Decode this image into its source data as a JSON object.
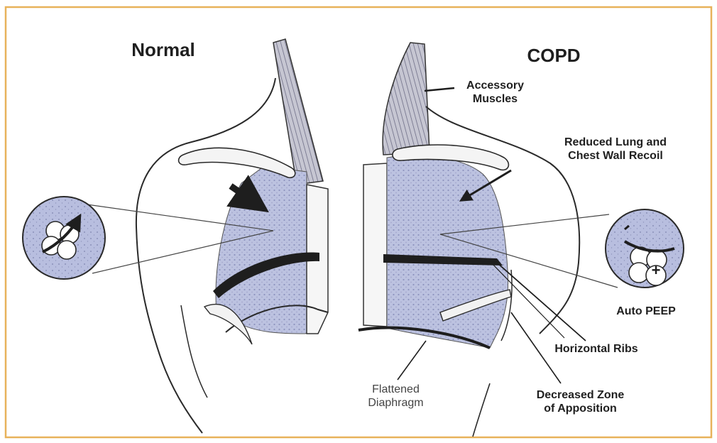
{
  "headings": {
    "normal": "Normal",
    "copd": "COPD"
  },
  "labels": {
    "accessory_muscles": "Accessory\nMuscles",
    "reduced_recoil": "Reduced Lung  and\nChest Wall Recoil",
    "auto_peep": "Auto PEEP",
    "horizontal_ribs": "Horizontal Ribs",
    "flattened_diaphragm": "Flattened\nDiaphragm",
    "decreased_zone": "Decreased Zone\nof Apposition"
  },
  "colors": {
    "border": "#e8b25a",
    "lung_fill": "#b8bedf",
    "lung_dots": "#8a90b8",
    "muscle": "#8a8aa0",
    "outline": "#2a2a2a",
    "rib": "#1e1e1e",
    "clavicle_fill": "#f4f4f4"
  },
  "icons": {
    "normal_alveoli_inset": "alveoli-cluster-icon",
    "copd_alveoli_inset": "alveoli-cluster-icon",
    "positive_pressure_sign": "plus-icon"
  }
}
